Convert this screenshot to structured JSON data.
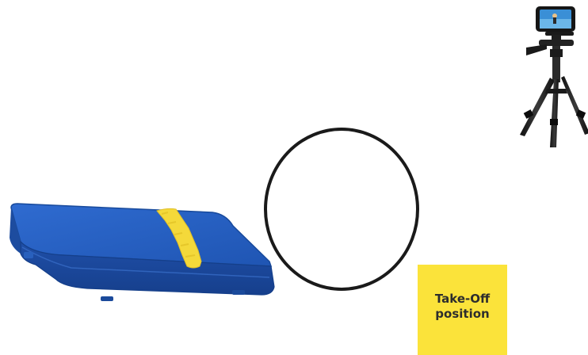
{
  "scene": {
    "objects": {
      "tripod": "tripod-with-phone",
      "hoop": "hoop-ring",
      "mat": "blue-landing-mat",
      "mat_marker": "yellow-tape-line"
    },
    "takeoff_marker": {
      "line1": "Take-Off",
      "line2": "position"
    },
    "colors": {
      "mat_blue": "#1f57b8",
      "mat_top": "#2a63c4",
      "tape_yellow": "#f4d93a",
      "hoop": "#1a1a1a",
      "marker_bg": "#fbe33a",
      "marker_text": "#2d2d2d"
    }
  }
}
